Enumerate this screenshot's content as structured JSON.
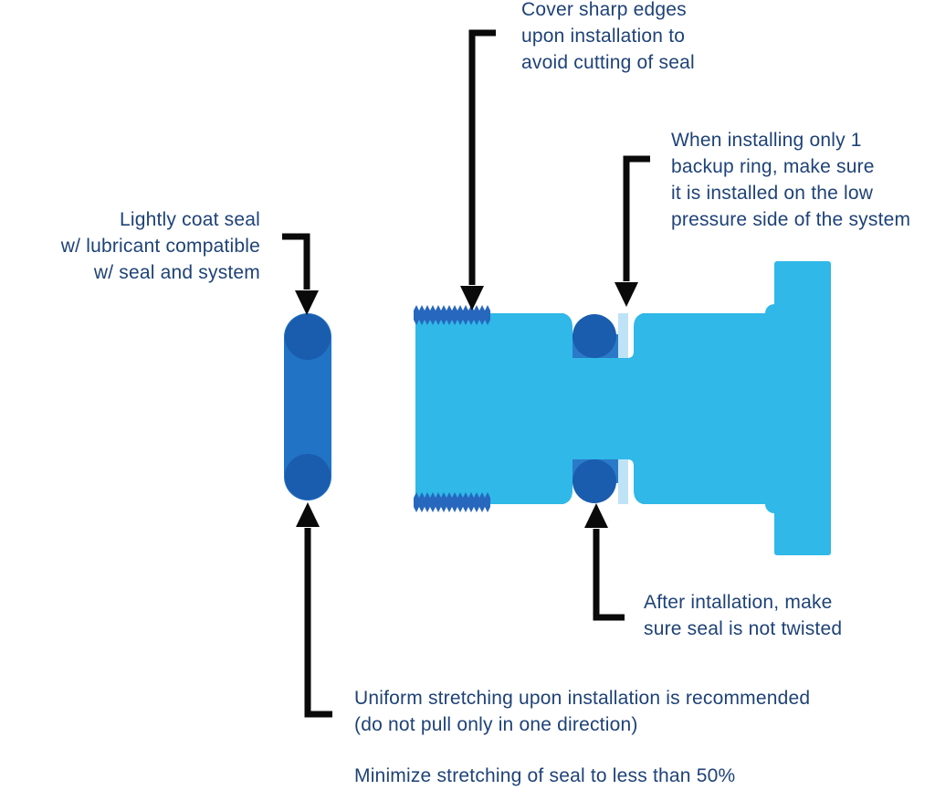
{
  "colors": {
    "bg": "#ffffff",
    "shaft": "#2fb8e8",
    "oring_body": "#2173c5",
    "oring_dark": "#1a5cad",
    "groove_fill": "#2a7ac9",
    "backup_ring": "#bfe3f6",
    "thread": "#2767bd",
    "arrow": "#0a0a0a",
    "text": "#1e4277"
  },
  "annotations": {
    "cover_sharp_edges": "Cover sharp edges\nupon installation to\navoid cutting of seal",
    "backup_ring": "When installing only 1\nbackup ring, make sure\nit is installed on the low\npressure side of the system",
    "lubricate": "Lightly coat seal\nw/ lubricant compatible\nw/ seal and system",
    "not_twisted": "After intallation, make\nsure seal is not twisted",
    "uniform_stretch": "Uniform stretching upon installation is recommended\n(do not pull only in one direction)",
    "minimize_stretch": "Minimize stretching of seal to less than 50%"
  }
}
